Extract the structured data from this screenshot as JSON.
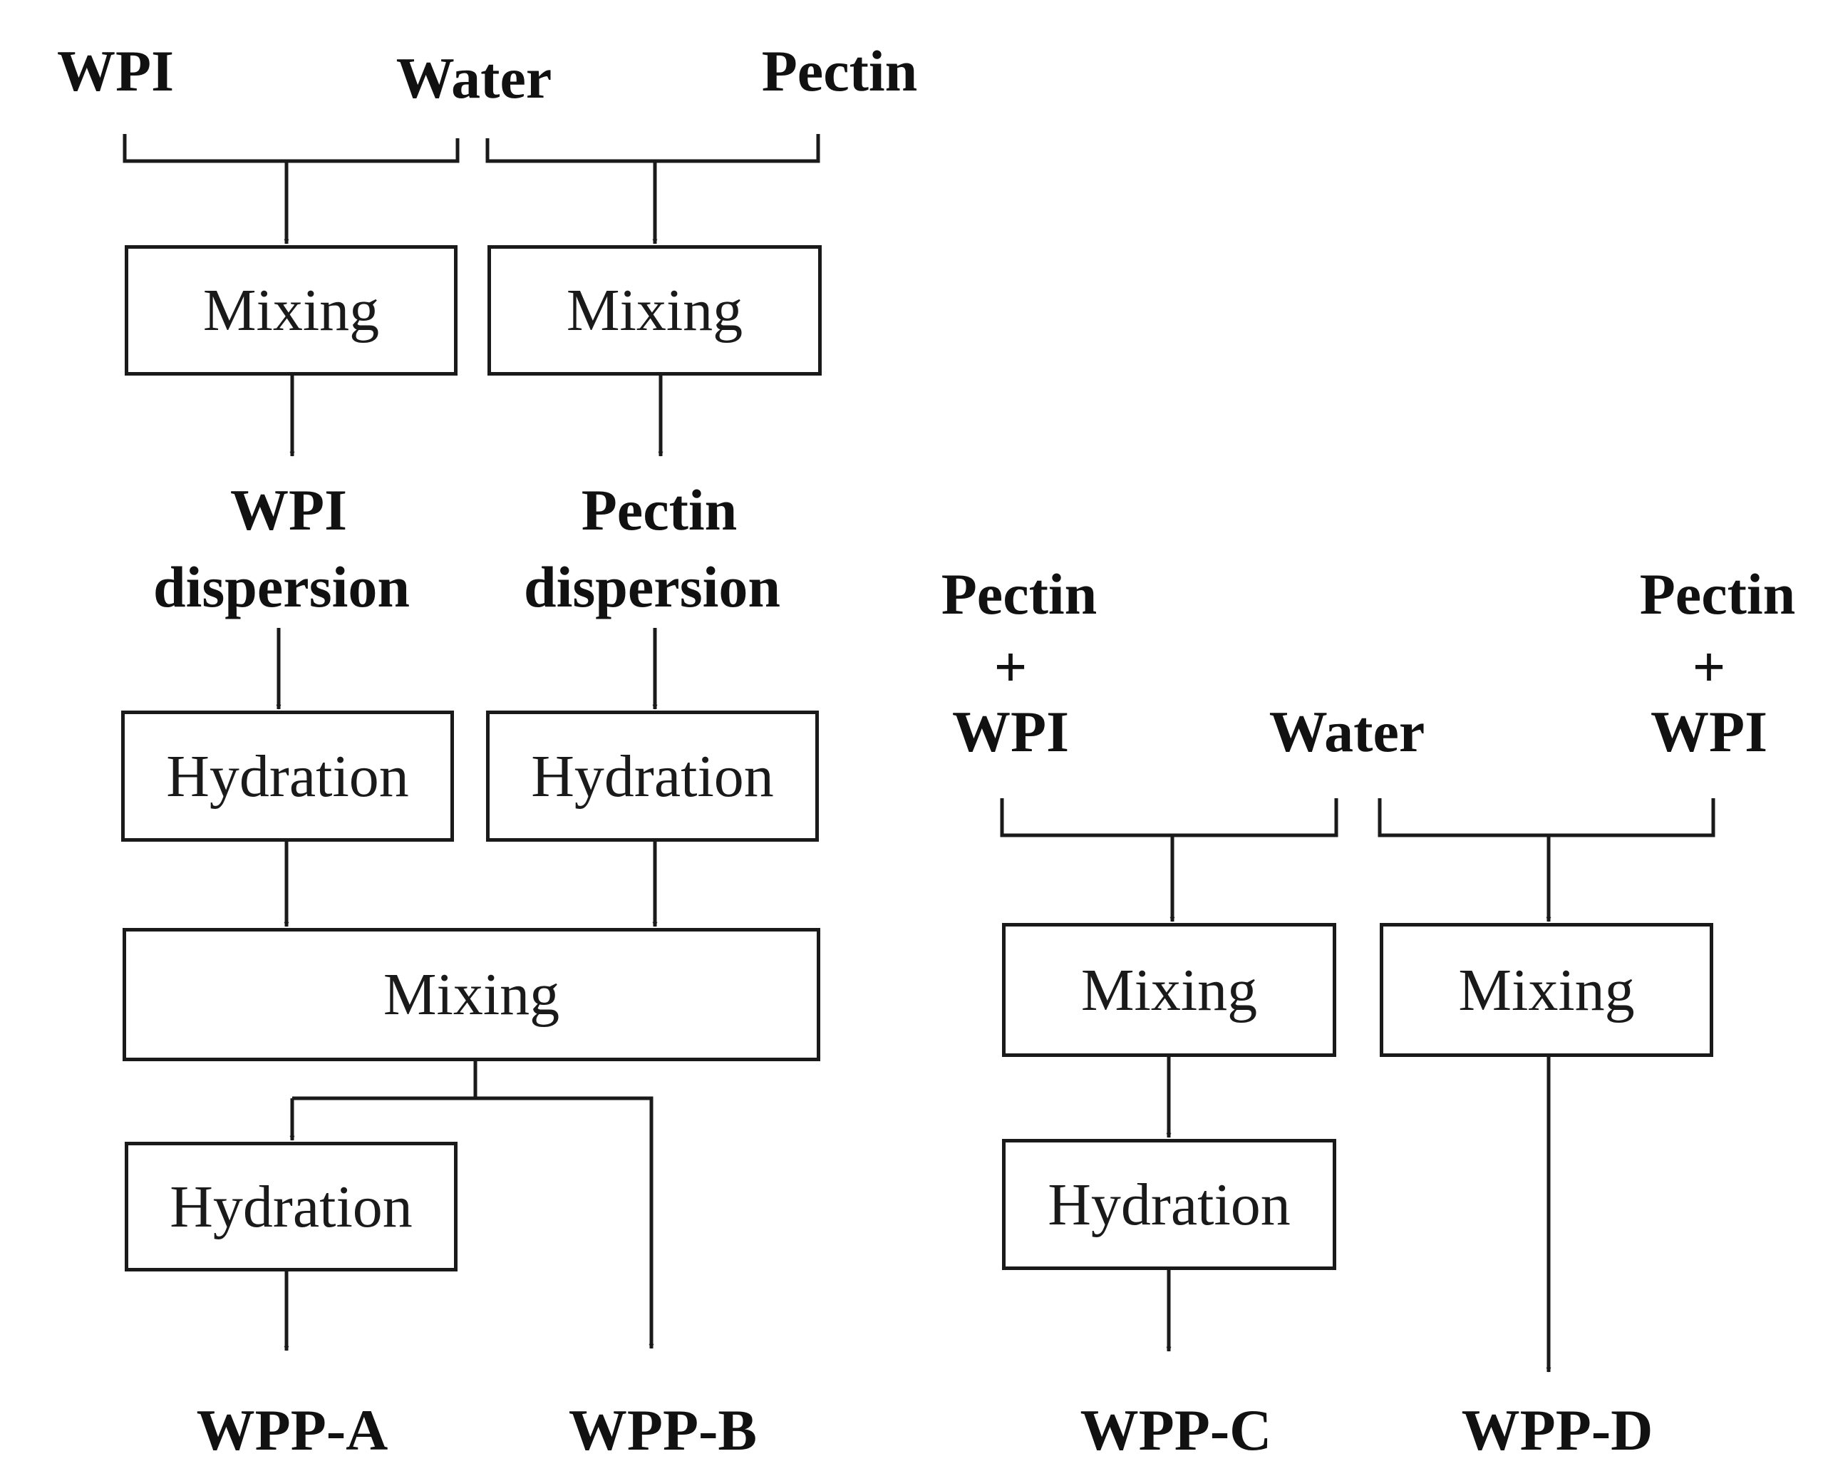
{
  "inputs": {
    "a_wpi": "WPI",
    "a_water": "Water",
    "a_pectin": "Pectin",
    "c_pectin": "Pectin",
    "c_plus": "+",
    "c_wpi": "WPI",
    "cd_water": "Water",
    "d_pectin": "Pectin",
    "d_plus": "+",
    "d_wpi": "WPI"
  },
  "intermediates": {
    "wpi_line1": "WPI",
    "wpi_line2": "dispersion",
    "pectin_line1": "Pectin",
    "pectin_line2": "dispersion"
  },
  "boxes": {
    "mixing_wpi": "Mixing",
    "mixing_pectin": "Mixing",
    "hydration_wpi": "Hydration",
    "hydration_pectin": "Hydration",
    "mixing_combined": "Mixing",
    "hydration_a": "Hydration",
    "mixing_c": "Mixing",
    "hydration_c": "Hydration",
    "mixing_d": "Mixing"
  },
  "outputs": {
    "wpp_a": "WPP-A",
    "wpp_b": "WPP-B",
    "wpp_c": "WPP-C",
    "wpp_d": "WPP-D"
  }
}
